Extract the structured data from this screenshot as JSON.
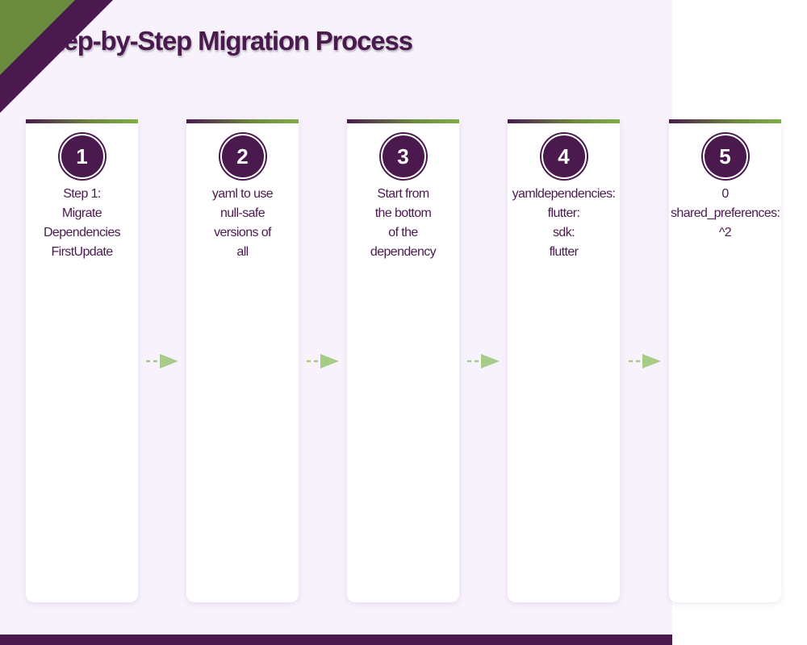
{
  "title": "Step-by-Step Migration Process",
  "colors": {
    "primary": "#4a1a4e",
    "accent": "#7fae45",
    "background": "#f8f2fc",
    "card": "#ffffff"
  },
  "steps": [
    {
      "number": "1",
      "lines": [
        "Step 1:",
        "Migrate",
        "Dependencies",
        "FirstUpdate"
      ]
    },
    {
      "number": "2",
      "lines": [
        "yaml to use",
        "null-safe",
        "versions of",
        "all"
      ]
    },
    {
      "number": "3",
      "lines": [
        "Start from",
        "the bottom",
        "of the",
        "dependency"
      ]
    },
    {
      "number": "4",
      "lines": [
        "yamldependencies:",
        "flutter:",
        "sdk:",
        "flutter"
      ]
    },
    {
      "number": "5",
      "lines": [
        "0",
        "shared_preferences:",
        "^2"
      ]
    }
  ]
}
